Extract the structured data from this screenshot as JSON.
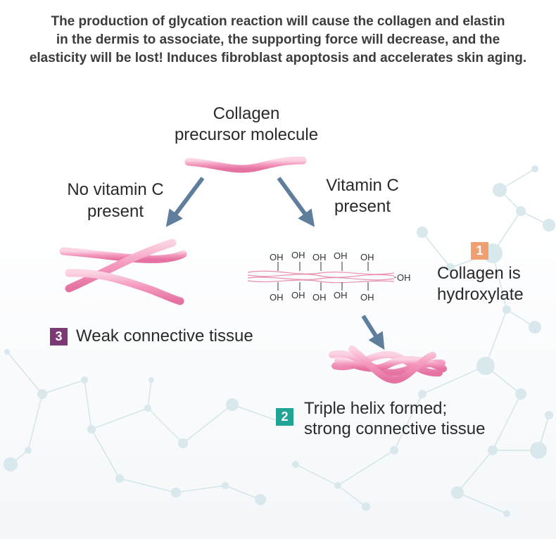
{
  "header": {
    "lines": [
      "The production of glycation reaction will cause the collagen and elastin",
      "in the dermis to associate, the supporting force will decrease, and the",
      "elasticity will be lost! Induces fibroblast apoptosis and accelerates skin aging."
    ]
  },
  "diagram": {
    "precursor": {
      "line1": "Collagen",
      "line2": "precursor molecule"
    },
    "no_vitamin_c": {
      "line1": "No vitamin C",
      "line2": "present"
    },
    "vitamin_c": {
      "line1": "Vitamin C",
      "line2": "present"
    },
    "step1": {
      "number": "1",
      "line1": "Collagen is",
      "line2": "hydroxylate"
    },
    "step2": {
      "number": "2",
      "line1": "Triple helix formed;",
      "line2": "strong connective tissue"
    },
    "step3": {
      "number": "3",
      "label": "Weak connective tissue"
    },
    "hydroxyl": {
      "oh": "OH"
    }
  },
  "colors": {
    "badge1": "#f0a070",
    "badge2": "#1fa496",
    "badge3": "#7b3a76",
    "arrow": "#5e7e9c",
    "strand": "#f08cb4",
    "network": "#c7dfe6"
  }
}
